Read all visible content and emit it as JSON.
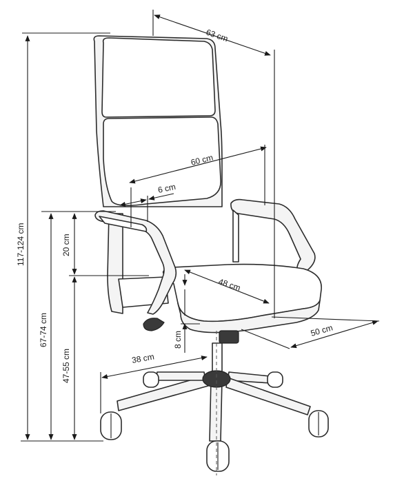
{
  "diagram": {
    "labels": {
      "top_width": "63 cm",
      "total_height": "117-124 cm",
      "back_width": "60 cm",
      "back_offset": "6 cm",
      "armrest_height": "20 cm",
      "arm_height": "67-74 cm",
      "seat_height": "47-55 cm",
      "seat_depth": "48 cm",
      "seat_width": "50 cm",
      "base_radius": "38 cm",
      "seat_thickness": "8 cm"
    }
  }
}
